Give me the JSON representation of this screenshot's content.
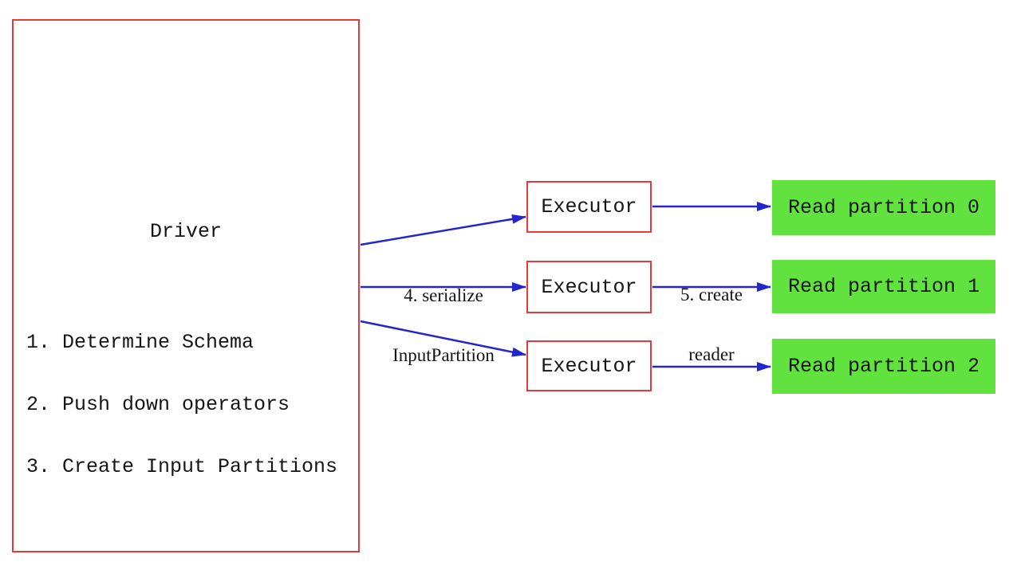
{
  "diagram": {
    "driver": {
      "title": "Driver",
      "steps": [
        "1. Determine Schema",
        "2. Push down operators",
        "3. Create Input Partitions"
      ]
    },
    "executors": [
      {
        "label": "Executor"
      },
      {
        "label": "Executor"
      },
      {
        "label": "Executor"
      }
    ],
    "partitions": [
      {
        "label": "Read partition 0"
      },
      {
        "label": "Read partition 1"
      },
      {
        "label": "Read partition 2"
      }
    ],
    "edge_labels": {
      "serialize": {
        "line1": "4. serialize",
        "line2": "InputPartition"
      },
      "create_reader": {
        "line1": "5. create",
        "line2": "reader"
      }
    },
    "colors": {
      "box_border_red": "#e13c3c",
      "arrow_blue": "#2525cd",
      "partition_green": "#62e23e",
      "text": "#151515",
      "background": "#ffffff"
    }
  }
}
